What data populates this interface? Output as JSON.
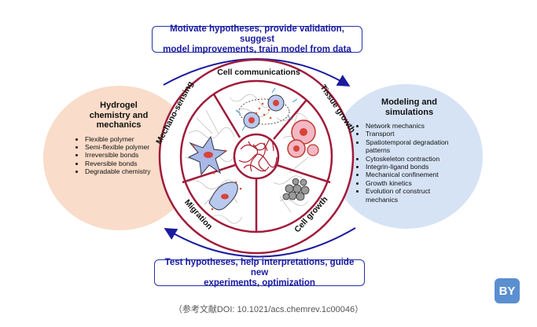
{
  "top_box": {
    "line1": "Motivate hypotheses, provide validation, suggest",
    "line2": "model improvements, train model from data"
  },
  "bottom_box": {
    "line1": "Test hypotheses, help interpretations, guide new",
    "line2": "experiments,  optimization"
  },
  "left_panel": {
    "title_line1": "Hydrogel",
    "title_line2": "chemistry and",
    "title_line3": "mechanics",
    "items": [
      "Flexible polymer",
      "Semi-flexible polymer",
      "Irreversible bonds",
      "Reversible bonds",
      "Degradable chemistry"
    ]
  },
  "right_panel": {
    "title_line1": "Modeling and",
    "title_line2": "simulations",
    "items": [
      "Network mechanics",
      "Transport",
      "Spatiotemporal degradation patterns",
      "Cytoskeleton contraction",
      "Integrin-ligand bonds",
      "Mechanical confinement",
      "Growth kinetics",
      "Evolution of construct mechanics"
    ]
  },
  "sectors": {
    "cell_communications": "Cell communications",
    "tissue_growth": "Tissue growth",
    "cell_growth": "Cell growth",
    "migration": "Migration",
    "mechano_sensing": "Mechano-sensing"
  },
  "caption": "（参考文献DOI: 10.1021/acs.chemrev.1c00046）",
  "logo_text": "BY",
  "colors": {
    "left_ellipse": "#f9dcc9",
    "right_ellipse": "#d6e3f5",
    "wheel": "#a01b3a",
    "arrow": "#1a1aa0"
  }
}
